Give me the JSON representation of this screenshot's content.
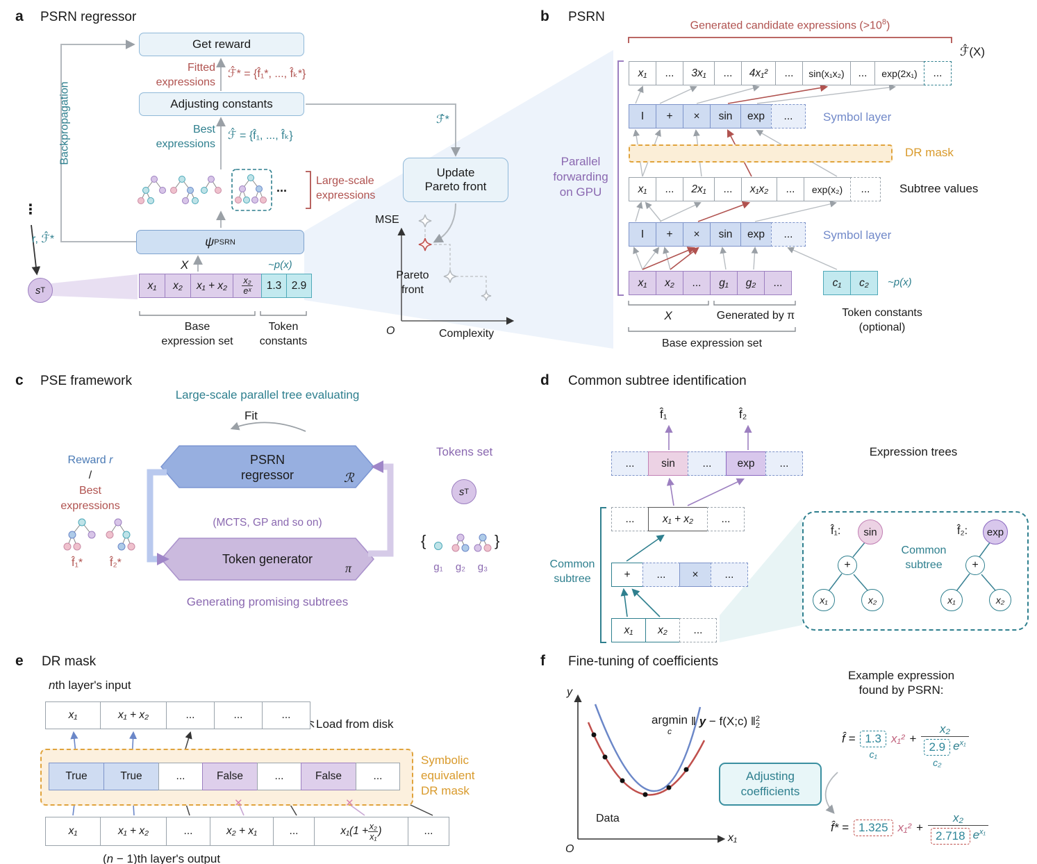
{
  "colors": {
    "teal": "#2e7f8e",
    "red": "#b0524f",
    "purple": "#8a68b0",
    "blue": "#7189c9",
    "orange": "#d99a2b",
    "cyan": "#4fa9b8",
    "pink": "#c0617c"
  },
  "a": {
    "label": "a",
    "title": "PSRN regressor",
    "backprop": "Backpropagation",
    "r_f": "r, ℱ̂*",
    "vdots": "⋮",
    "st": "s",
    "st_sub": "T",
    "get_reward": "Get reward",
    "fitted_l1": "Fitted",
    "fitted_l2": "expressions",
    "fitted_formula": "ℱ̂* = {f̂₁*, ..., f̂ₖ*}",
    "adjusting": "Adjusting constants",
    "best_l1": "Best",
    "best_l2": "expressions",
    "best_formula": "ℱ̂ = {f̂₁, ..., f̂ₖ}",
    "large_l1": "Large-scale",
    "large_l2": "expressions",
    "dots": "...",
    "psi": "ψ",
    "psi_sub": "PSRN",
    "x": "X",
    "px": "~p(x)",
    "tok1": "x₁",
    "tok2": "x₂",
    "tok3": "x₁ + x₂",
    "tok4_num": "x₂",
    "tok4_den": "eˣ",
    "const1": "1.3",
    "const2": "2.9",
    "base_l1": "Base",
    "base_l2": "expression set",
    "tc_l1": "Token",
    "tc_l2": "constants",
    "update_l1": "Update",
    "update_l2": "Pareto front",
    "fstar": "ℱ̂*",
    "mse": "MSE",
    "o": "O",
    "complexity": "Complexity",
    "pareto_l1": "Pareto",
    "pareto_l2": "front"
  },
  "b": {
    "label": "b",
    "title": "PSRN",
    "gen_pre": "Generated candidate expressions (>10",
    "gen_sup": "8",
    "gen_post": ")",
    "fx": "ℱ̂(X)",
    "top_row": [
      "x₁",
      "...",
      "3x₁",
      "...",
      "4x₁²",
      "...",
      "sin(x₁x₂)",
      "...",
      "exp(2x₁)",
      "..."
    ],
    "symbol_row": [
      "I",
      "+",
      "×",
      "sin",
      "exp",
      "..."
    ],
    "symbol_label": "Symbol layer",
    "dr_label": "DR mask",
    "subtree_row": [
      "x₁",
      "...",
      "2x₁",
      "...",
      "x₁x₂",
      "...",
      "exp(x₂)",
      "..."
    ],
    "subtree_label": "Subtree values",
    "input_row": [
      "x₁",
      "x₂",
      "...",
      "g₁",
      "g₂",
      "..."
    ],
    "const_row": [
      "c₁",
      "c₂"
    ],
    "px": "~p(x)",
    "x": "X",
    "gen_by": "Generated by π",
    "tc_l1": "Token constants",
    "tc_l2": "(optional)",
    "base": "Base expression set",
    "par_l1": "Parallel",
    "par_l2": "forwarding",
    "par_l3": "on GPU"
  },
  "c": {
    "label": "c",
    "title": "PSE framework",
    "top_caption": "Large-scale parallel tree evaluating",
    "fit": "Fit",
    "psrn_l1": "PSRN",
    "psrn_l2": "regressor",
    "r_sym": "ℛ",
    "mcts": "(MCTS, GP and so on)",
    "token_gen": "Token generator",
    "pi": "π",
    "bottom_caption": "Generating promising subtrees",
    "reward_pre": "Reward ",
    "reward_r": "r",
    "slash": "/",
    "best_l1": "Best",
    "best_l2": "expressions",
    "f1": "f̂₁*",
    "f2": "f̂₂*",
    "tokens_set": "Tokens set",
    "st": "s",
    "st_sub": "T",
    "brace_l": "{",
    "brace_r": "}",
    "g1": "g₁",
    "g2": "g₂",
    "g3": "g₃"
  },
  "d": {
    "label": "d",
    "title": "Common subtree identification",
    "f1": "f̂₁",
    "f2": "f̂₂",
    "row1": [
      "...",
      "sin",
      "...",
      "exp",
      "..."
    ],
    "row2": [
      "...",
      "x₁ + x₂",
      "..."
    ],
    "row3": [
      "+",
      "...",
      "×",
      "..."
    ],
    "row4": [
      "x₁",
      "x₂",
      "..."
    ],
    "common_l1": "Common",
    "common_l2": "subtree",
    "expr_trees": "Expression trees",
    "f1_lab": "f̂₁:",
    "f2_lab": "f̂₂:",
    "sin": "sin",
    "exp": "exp",
    "cbox_l1": "Common",
    "cbox_l2": "subtree",
    "plus": "+",
    "x1": "x₁",
    "x2": "x₂"
  },
  "e": {
    "label": "e",
    "title": "DR mask",
    "in_n": "n",
    "in_rest": "th layer's input",
    "top_row": [
      "x₁",
      "x₁ + x₂",
      "...",
      "...",
      "..."
    ],
    "load": "Load from disk",
    "mask_row": [
      "True",
      "True",
      "...",
      "False",
      "...",
      "False",
      "..."
    ],
    "sym_l1": "Symbolic",
    "sym_l2": "equivalent",
    "sym_l3": "DR mask",
    "bot1": "x₁",
    "bot2": "x₁ + x₂",
    "bot3": "...",
    "bot4": "x₂ + x₁",
    "bot5": "...",
    "bot6_pre": "x₁(1 + ",
    "bot6_num": "x₂",
    "bot6_den": "x₁",
    "bot6_post": ")",
    "bot7": "...",
    "x_mark": "✕",
    "out_pre": "(",
    "out_n": "n",
    "out_rest": " − 1)th layer's output"
  },
  "f": {
    "label": "f",
    "title": "Fine-tuning of coefficients",
    "y": "y",
    "x1": "x₁",
    "o": "O",
    "data": "Data",
    "argmin": "argmin",
    "argmin_sub": "c",
    "obj_pre": "‖ ",
    "obj_y": "y",
    "obj_post": " − f(X;c) ‖",
    "obj_sup": "2",
    "obj_sub": "2",
    "adj_l1": "Adjusting",
    "adj_l2": "coefficients",
    "ex_l1": "Example expression",
    "ex_l2": "found by PSRN:",
    "e1_lhs": "f̂ =",
    "e1_c1": "1.3",
    "e1_c1lab": "c₁",
    "e1_term": "x₁²",
    "e1_plus": "+",
    "e1_num": "x₂",
    "e1_c2": "2.9",
    "e1_c2lab": "c₂",
    "e1_e": "e",
    "e1_esup": "x₁",
    "e2_lhs": "f̂* =",
    "e2_c1": "1.325",
    "e2_term": "x₁²",
    "e2_plus": "+",
    "e2_num": "x₂",
    "e2_c2": "2.718",
    "e2_e": "e",
    "e2_esup": "x₁"
  }
}
